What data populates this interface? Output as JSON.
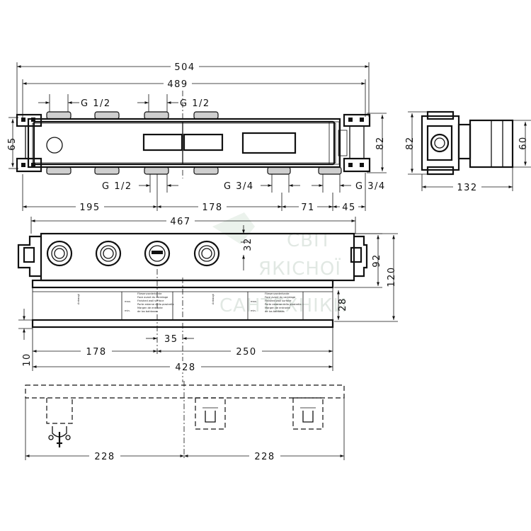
{
  "top_view": {
    "dims": {
      "overall_504": "504",
      "width_489": "489",
      "thread_half_left": "G 1/2",
      "thread_half_right": "G 1/2",
      "height_65": "65",
      "height_82": "82",
      "bottom_thread_half": "G 1/2",
      "bottom_thread_34_a": "G 3/4",
      "bottom_thread_34_b": "G 3/4",
      "d195": "195",
      "d178": "178",
      "d71": "71",
      "d45": "45"
    }
  },
  "side_view": {
    "dims": {
      "height_82": "82",
      "depth_60": "60",
      "length_132": "132"
    }
  },
  "front_view": {
    "dims": {
      "d467": "467",
      "d32": "32",
      "d92": "92",
      "d120": "120",
      "d28": "28",
      "d35": "35",
      "d10": "10",
      "d178": "178",
      "d250": "250",
      "d428": "428"
    },
    "label_block": [
      "Fliesenvorderkante",
      "Face avant du carrelage",
      "Finished wall surface",
      "Porte esterne della piastrella",
      "Margen de entrante",
      "de los baldosas"
    ],
    "side_marks": [
      "max.",
      "min.",
      "Anbaugl"
    ]
  },
  "bottom_view": {
    "dims": {
      "left_228": "228",
      "right_228": "228"
    }
  },
  "watermark": {
    "line1": "СВІТ",
    "line2": "ЯКІСНОЇ",
    "line3": "САНТЕХНІКИ"
  }
}
